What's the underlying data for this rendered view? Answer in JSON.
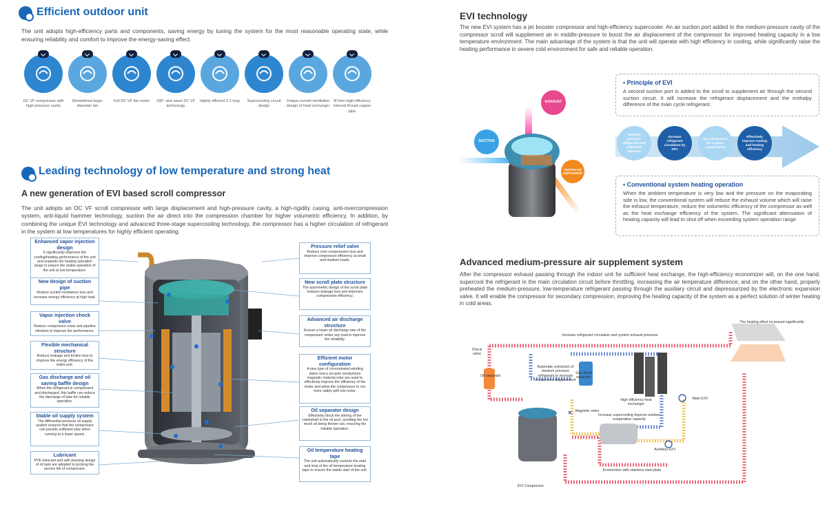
{
  "left": {
    "outdoor": {
      "title": "Efficient outdoor unit",
      "intro": "The unit adopts high-efficiency parts and components, saving energy by tuning the system for the most reasonable operating state, while ensuring reliability and comfort to improve the energy-saving effect.",
      "features": [
        {
          "label": "DC VF compressor with high-pressure cavity",
          "color": "#2e86d1"
        },
        {
          "label": "Streamlined large-diameter fan",
          "color": "#5aa7e0"
        },
        {
          "label": "Full DC VF fan motor",
          "color": "#2e86d1"
        },
        {
          "label": "180° sine wave DC VF technology",
          "color": "#2e86d1"
        },
        {
          "label": "Highly efficient 2-1 loop",
          "color": "#5aa7e0"
        },
        {
          "label": "Supercooling circuit design",
          "color": "#2e86d1"
        },
        {
          "label": "Unique curved ventilation design of heat exchanger",
          "color": "#5aa7e0"
        },
        {
          "label": "Φ7mm high-efficiency internal thread copper pipe",
          "color": "#5aa7e0"
        }
      ]
    },
    "lowtemp": {
      "title": "Leading technology of low temperature and strong heat",
      "subtitle": "A new generation of EVI based scroll compressor",
      "body": "The unit adopts an DC VF scroll compressor with large displacement and high-pressure cavity, a high-rigidity casing, anti-overcompression system, anti-liquid hammer technology, suction the air direct into the compression chamber for higher volumetric efficiency. In addition, by combining the unique EVI technology and advanced three-stage supercooling technology, the compressor has a higher circulation of refrigerant in the system at low temperatures for highly efficient operating."
    },
    "callouts_left": [
      {
        "title": "Enhanced vapor injection design",
        "body": "It significantly improves the cooling/heating performance of the unit and expands the heating operation range to ensure the stable operation of the unit at low temperature."
      },
      {
        "title": "New design of suction pipe",
        "body": "Reduce suction resistance loss and increase energy efficiency at high load."
      },
      {
        "title": "Vapor injection check valve",
        "body": "Reduce compressor noise and pipeline vibration to improve the performance."
      },
      {
        "title": "Flexible mechanical structure",
        "body": "Reduce leakage and friction loss to improve the energy efficiency of the entire unit."
      },
      {
        "title": "Gas discharge and oil saving baffle design",
        "body": "When the refrigerant is compressed and discharged, this baffle can reduce the discharge of lube for reliable operation."
      },
      {
        "title": "Stable oil supply system",
        "body": "The differential pressure oil supply system ensures that the compressor can provide sufficient lube when running at a lower speed."
      },
      {
        "title": "Lubricant",
        "body": "PVE lubricant and self-cleaning design of oil tank are adopted to prolong the service life of compressor."
      }
    ],
    "callouts_right": [
      {
        "title": "Pressure relief valve",
        "body": "Reduce over-compression loss and improve compressor efficiency at small and medium loads."
      },
      {
        "title": "New scroll plate structure",
        "body": "The asymmetric design of the scroll plate reduces leakage loss and improves compression efficiency."
      },
      {
        "title": "Advanced air discharge structure",
        "body": "Ensure a lower oil discharge rate of the compressor under any load to improve the reliability."
      },
      {
        "title": "Efficient motor configuration",
        "body": "A new type of concentrated winding stator and a six-pole neodymium magnetic material rotor are used to effectively improve the efficiency of the motor and allow the compressor to run more stably with low noise."
      },
      {
        "title": "Oil separator design",
        "body": "Effectively block the stirring of the crankshaft to the oil pool, avoiding the too much oil being thrown out, ensuring the reliable operation."
      },
      {
        "title": "Oil temperature heating tape",
        "body": "The unit automatically controls the start and stop of the oil temperature heating tape to ensure the stable start of the unit."
      }
    ]
  },
  "right": {
    "evi": {
      "title": "EVI technology",
      "body": "The new EVI system has a jet booster compressor and high-efficiency supercooler. An air suction port added to the medium-pressure cavity of the compressor scroll will supplement air in middle-pressure to boost the air displacement of the compressor for improved heating capacity in a low temperature environment. The main advantage of the system is that the unit will operate with high efficiency in cooling, while significantly raise the heating performance in severe cold environment for safe and reliable operation.",
      "labels": {
        "exhaust": "EXHAUST",
        "suction": "SUCTION",
        "center": "CENTER AIR SUPPLEMENT"
      },
      "principle": {
        "title": "• Principle of EVI",
        "body": "A second suction port is added to the scroll to supplement air through the second suction circuit. It will increase the refrigerant displacement and the enthalpy difference of the main cycle refrigerant."
      },
      "flow": [
        {
          "text": "Medium pressure refrigerant with additional injection",
          "bg": "#a9d6f2",
          "fg": "#ffffff"
        },
        {
          "text": "Increase refrigerant circulation by 20%",
          "bg": "#1f5fa8",
          "fg": "#ffffff"
        },
        {
          "text": "One compressor for 2 quasi-compression",
          "bg": "#a9d6f2",
          "fg": "#ffffff"
        },
        {
          "text": "Effectively improve cooling and heating efficiency",
          "bg": "#1f5fa8",
          "fg": "#ffffff"
        }
      ],
      "conventional": {
        "title": "• Conventional system heating operation",
        "body": "When the ambient temperature is very low and the pressure on the evaporating side is low, the conventional system will reduce the exhaust volume which will raise the exhaust temperature, reduce the volumetric efficiency of the compressor as well as the heat exchange efficiency of the system. The significant attenuation of heating capacity will lead to shut off when exceeding system operation range."
      }
    },
    "medium": {
      "title": "Advanced medium-pressure air supplement system",
      "body": "After the compressor exhaust passing through the indoor unit for sufficient heat exchange, the high-efficiency economizer will, on the one hand, supercool the refrigerant in the main circulation circuit before throttling, increasing the air temperature difference; and on the other hand, properly preheated the medium-pressure, low-temperature refrigerant passing through the auxiliary circuit and depressurized by the electronic expansion valve. It will enable the compressor for secondary compression, improving the heating capacity of the system as a perfect solution of winter heating in cold areas.",
      "diagram": {
        "heating_effect": "The heating effect increased significantly",
        "top_line": "Increase refrigerant circulation and system exhaust pressure",
        "check_valve": "Check valve",
        "oil_sep": "Oil separator",
        "auto_extract": "Automatic extraction of medium pressure refrigerant to increase compressor displacement",
        "gas_liquid": "Gas-liquid separator",
        "hx": "High efficiency heat exchanger",
        "main_exv": "Main EXV",
        "magnetic": "Magnetic valve",
        "supercool": "Increase supercooling Improve outdoor evaporation capacity",
        "aux_exv": "Auxiliary EXV",
        "economizer": "Economizer with stainless steel plate",
        "compressor": "EVI Compressor"
      }
    }
  }
}
